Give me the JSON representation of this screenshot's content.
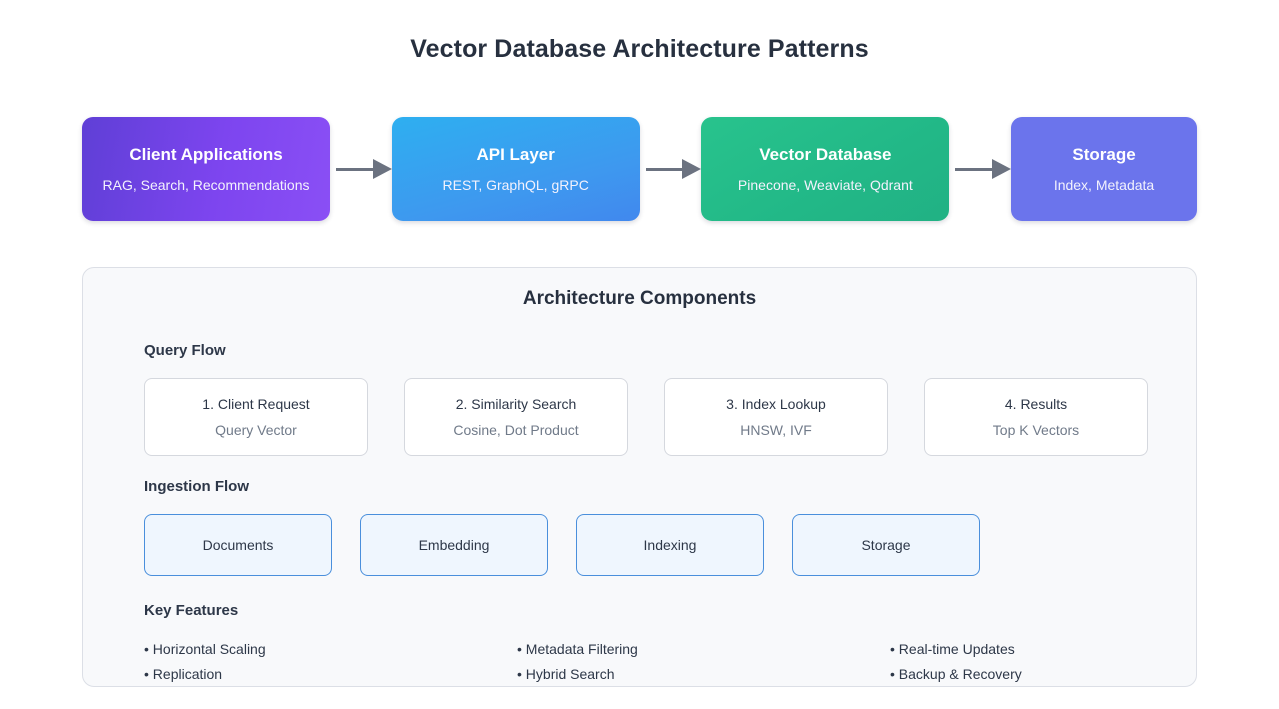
{
  "page": {
    "title": "Vector Database Architecture Patterns"
  },
  "pipeline": {
    "stages": [
      {
        "title": "Client Applications",
        "subtitle": "RAG, Search, Recommendations",
        "color": "#7d45ef"
      },
      {
        "title": "API Layer",
        "subtitle": "REST, GraphQL, gRPC",
        "color": "#3e98ef"
      },
      {
        "title": "Vector Database",
        "subtitle": "Pinecone, Weaviate, Qdrant",
        "color": "#22b887"
      },
      {
        "title": "Storage",
        "subtitle": "Index, Metadata",
        "color": "#6b74ec"
      }
    ],
    "connector": "arrow-right-icon"
  },
  "panel": {
    "title": "Architecture Components",
    "query_flow": {
      "label": "Query Flow",
      "cards": [
        {
          "title": "1. Client Request",
          "subtitle": "Query Vector"
        },
        {
          "title": "2. Similarity Search",
          "subtitle": "Cosine, Dot Product"
        },
        {
          "title": "3. Index Lookup",
          "subtitle": "HNSW, IVF"
        },
        {
          "title": "4. Results",
          "subtitle": "Top K Vectors"
        }
      ]
    },
    "ingestion_flow": {
      "label": "Ingestion Flow",
      "cards": [
        {
          "title": "Documents"
        },
        {
          "title": "Embedding"
        },
        {
          "title": "Indexing"
        },
        {
          "title": "Storage"
        }
      ]
    },
    "key_features": {
      "label": "Key Features",
      "items": [
        "• Horizontal Scaling",
        "• Metadata Filtering",
        "• Real-time Updates",
        "• Replication",
        "• Hybrid Search",
        "• Backup & Recovery"
      ]
    }
  }
}
